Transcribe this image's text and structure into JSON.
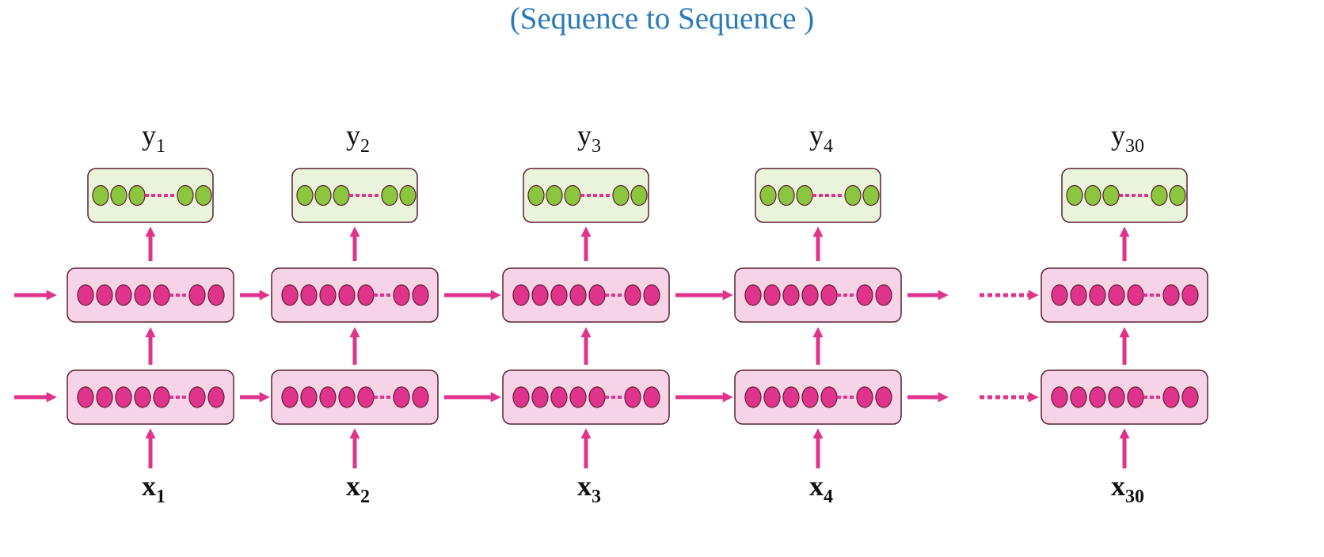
{
  "title": "(Sequence to Sequence )",
  "outputs": [
    {
      "name": "y",
      "sub": "1"
    },
    {
      "name": "y",
      "sub": "2"
    },
    {
      "name": "y",
      "sub": "3"
    },
    {
      "name": "y",
      "sub": "4"
    },
    {
      "name": "y",
      "sub": "30"
    }
  ],
  "inputs": [
    {
      "name": "x",
      "sub": "1"
    },
    {
      "name": "x",
      "sub": "2"
    },
    {
      "name": "x",
      "sub": "3"
    },
    {
      "name": "x",
      "sub": "4"
    },
    {
      "name": "x",
      "sub": "30"
    }
  ],
  "colors": {
    "title": "#2a7ab8",
    "arrow": "#e0338b",
    "hidden_box_fill": "#f7d3e8",
    "hidden_node": "#e0338b",
    "output_box_fill": "#eaf3dc",
    "output_node": "#8cc63f",
    "outline": "#5a2030"
  }
}
